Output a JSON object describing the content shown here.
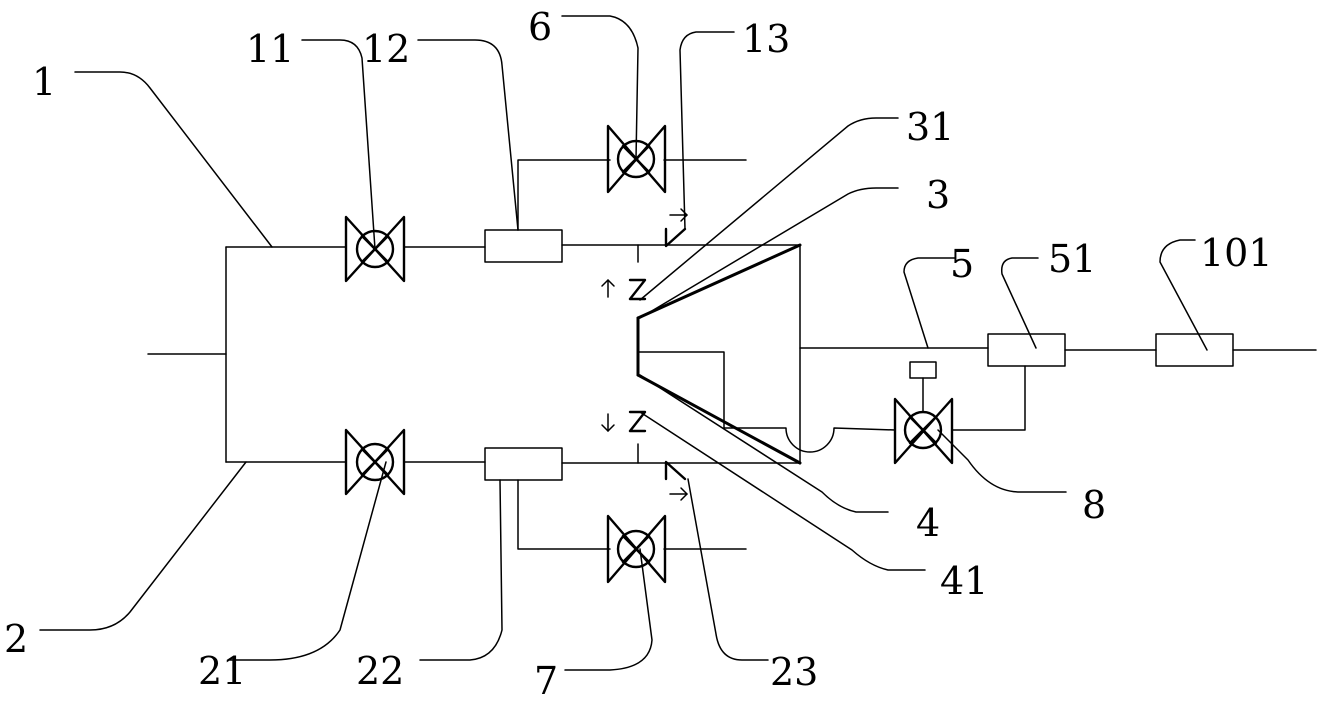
{
  "labels": {
    "l1": "1",
    "l2": "2",
    "l3": "3",
    "l4": "4",
    "l5": "5",
    "l6": "6",
    "l7": "7",
    "l8": "8",
    "l11": "11",
    "l12": "12",
    "l13": "13",
    "l21": "21",
    "l22": "22",
    "l23": "23",
    "l31": "31",
    "l41": "41",
    "l51": "51",
    "l101": "101"
  }
}
